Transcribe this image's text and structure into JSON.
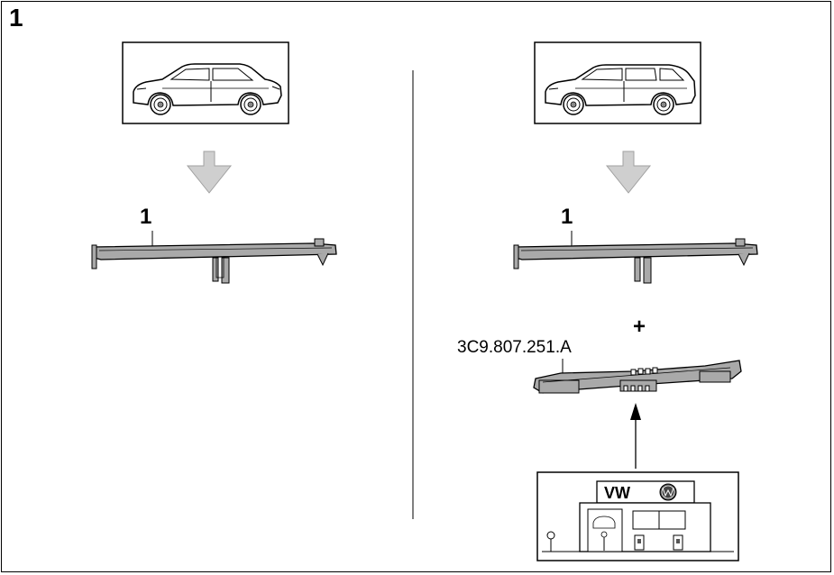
{
  "figure_number": "1",
  "left": {
    "part_callout": "1"
  },
  "right": {
    "part_callout": "1",
    "plus_sign": "+",
    "part_number": "3C9.807.251.A",
    "dealer_sign": "VW"
  },
  "icons": [
    "sedan-car-icon",
    "wagon-car-icon",
    "down-arrow-icon",
    "up-arrow-icon",
    "dealer-building-icon",
    "vw-logo-icon"
  ],
  "colors": {
    "line": "#000000",
    "part_gray": "#a9a9a9",
    "arrow_gray": "#c8c8c8",
    "car_fill": "#ffffff"
  }
}
